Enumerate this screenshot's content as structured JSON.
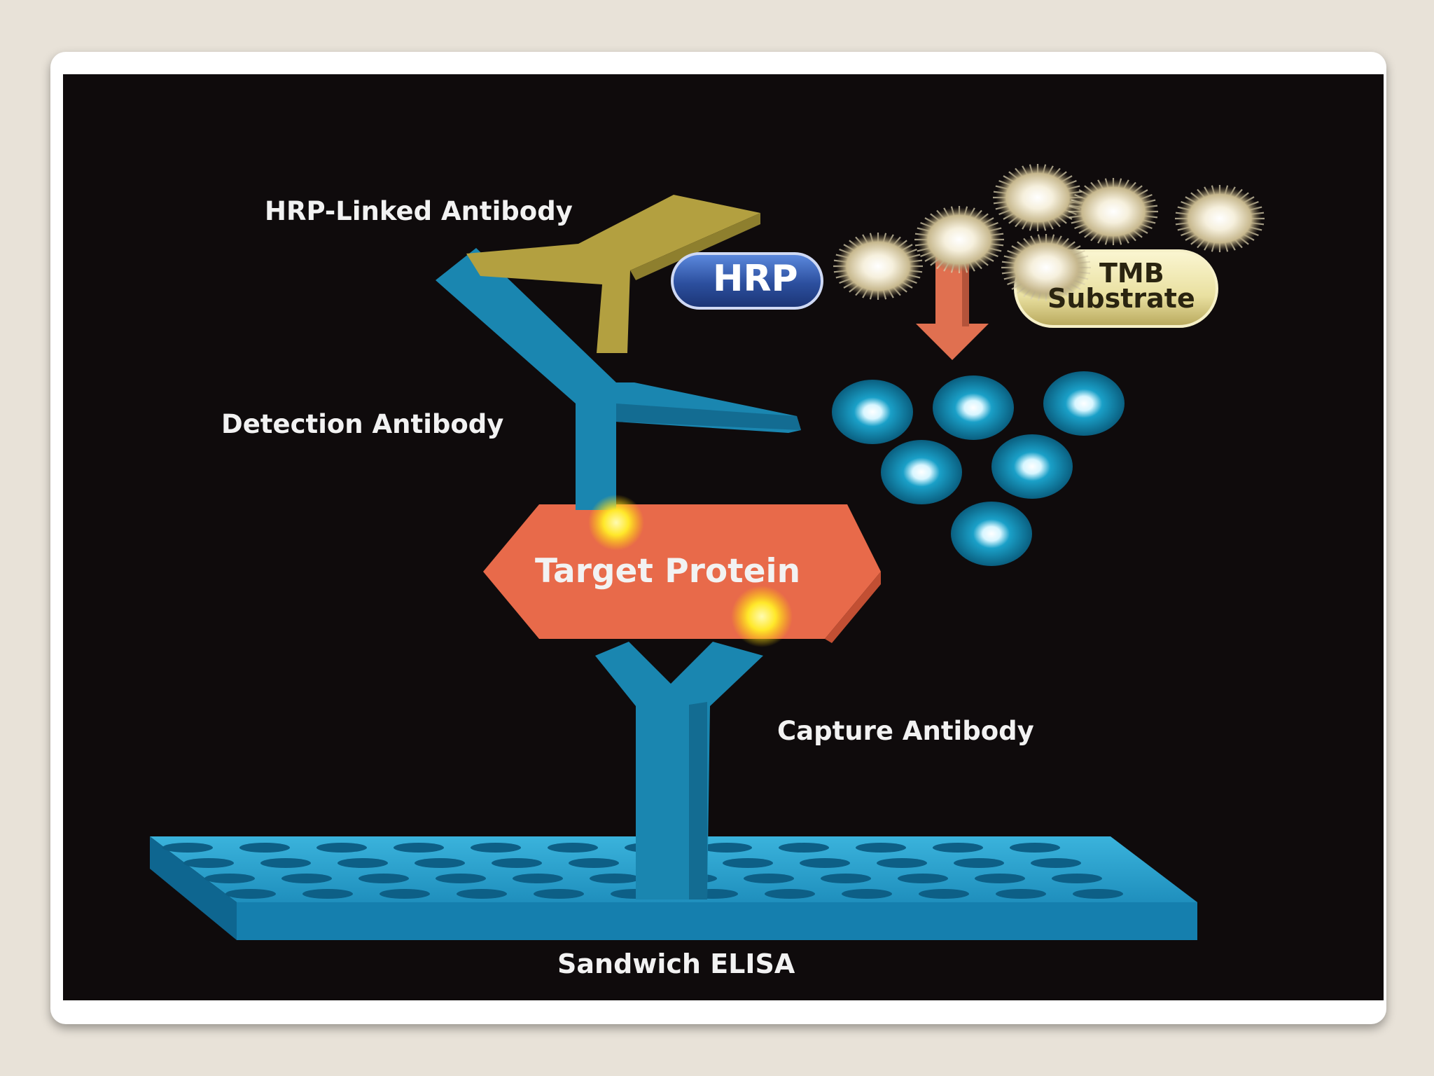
{
  "diagram": {
    "caption": "Sandwich ELISA",
    "labels": {
      "hrp_linked_antibody": "HRP-Linked Antibody",
      "detection_antibody": "Detection Antibody",
      "capture_antibody": "Capture Antibody",
      "target_protein": "Target Protein",
      "hrp": "HRP",
      "tmb_line1": "TMB",
      "tmb_line2": "Substrate"
    },
    "colors": {
      "background": "#0f0b0c",
      "antibody_blue": "#1a86b0",
      "hrp_antibody_gold": "#b3a040",
      "target_protein": "#e86a4a",
      "arrow": "#e07050",
      "hrp_badge": "#2c4f9e",
      "tmb_badge": "#e9e0a0",
      "binding_glow": "#ffe82a"
    }
  }
}
